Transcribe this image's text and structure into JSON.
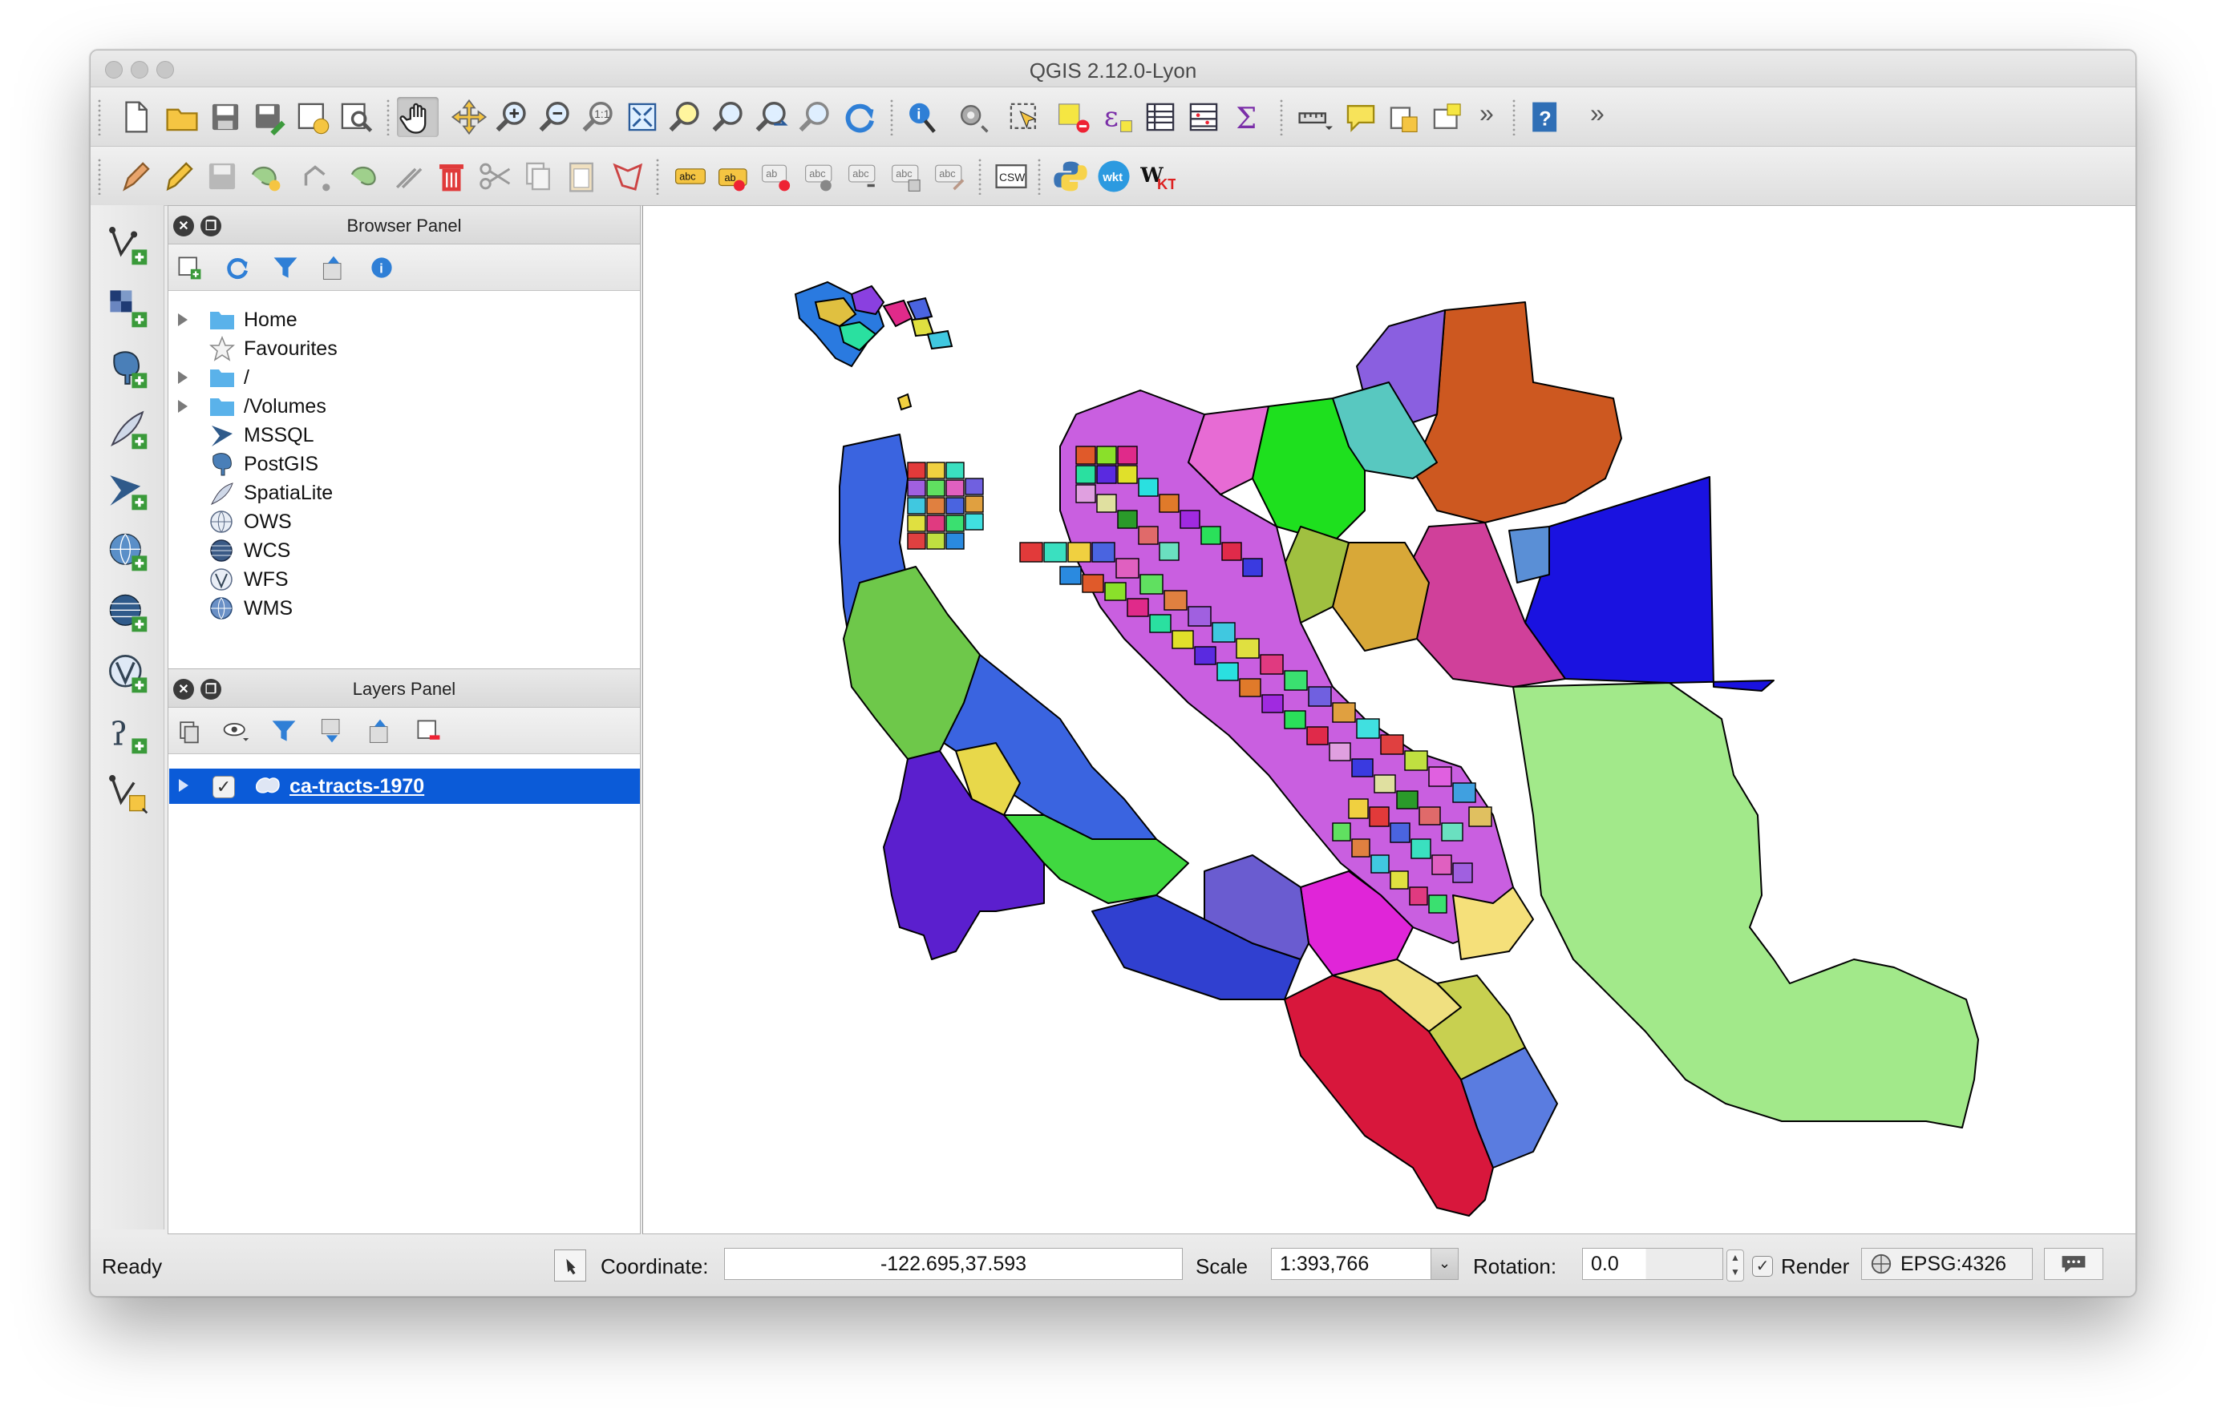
{
  "window": {
    "title": "QGIS 2.12.0-Lyon"
  },
  "browser_panel": {
    "title": "Browser Panel",
    "items": [
      {
        "label": "Home",
        "icon": "folder-icon",
        "expandable": true
      },
      {
        "label": "Favourites",
        "icon": "star-icon",
        "expandable": false
      },
      {
        "label": "/",
        "icon": "folder-icon",
        "expandable": true
      },
      {
        "label": "/Volumes",
        "icon": "folder-icon",
        "expandable": true
      },
      {
        "label": "MSSQL",
        "icon": "mssql-icon",
        "expandable": false
      },
      {
        "label": "PostGIS",
        "icon": "postgis-elephant-icon",
        "expandable": false
      },
      {
        "label": "SpatiaLite",
        "icon": "spatialite-feather-icon",
        "expandable": false
      },
      {
        "label": "OWS",
        "icon": "globe-icon",
        "expandable": false
      },
      {
        "label": "WCS",
        "icon": "globe-icon",
        "expandable": false
      },
      {
        "label": "WFS",
        "icon": "wfs-globe-icon",
        "expandable": false
      },
      {
        "label": "WMS",
        "icon": "wms-globe-icon",
        "expandable": false
      }
    ]
  },
  "layers_panel": {
    "title": "Layers Panel",
    "layers": [
      {
        "name": "ca-tracts-1970",
        "checked": true,
        "selected": true
      }
    ]
  },
  "statusbar": {
    "status": "Ready",
    "coordinate_label": "Coordinate:",
    "coordinate_value": "-122.695,37.593",
    "scale_label": "Scale",
    "scale_value": "1:393,766",
    "rotation_label": "Rotation:",
    "rotation_value": "0.0",
    "render_label": "Render",
    "render_checked": true,
    "crs": "EPSG:4326"
  },
  "toolbar_icons": {
    "row1": [
      "new-project-icon",
      "open-project-icon",
      "save-project-icon",
      "save-as-icon",
      "new-print-composer-icon",
      "composer-manager-icon",
      "pan-icon",
      "pan-to-selection-icon",
      "zoom-in-icon",
      "zoom-out-icon",
      "zoom-native-icon",
      "zoom-full-icon",
      "zoom-to-selection-icon",
      "zoom-to-layer-icon",
      "zoom-last-icon",
      "zoom-next-icon",
      "refresh-icon",
      "identify-icon",
      "action-icon",
      "select-icon",
      "deselect-icon",
      "expression-select-icon",
      "attribute-table-icon",
      "statistical-summary-icon",
      "field-calculator-icon",
      "measure-icon",
      "map-tips-icon",
      "new-bookmark-icon",
      "show-bookmarks-icon",
      "help-icon"
    ],
    "row2": [
      "current-edits-icon",
      "toggle-editing-icon",
      "save-edits-icon",
      "add-feature-icon",
      "move-feature-icon",
      "node-tool-icon",
      "delete-selected-icon",
      "cut-features-icon",
      "copy-features-icon",
      "paste-features-icon",
      "digitize-icon",
      "labeling-icon",
      "pin-labels-icon",
      "show-hide-labels-icon",
      "move-label-icon",
      "rotate-label-icon",
      "change-label-icon",
      "csw-icon",
      "python-console-icon",
      "wkt-icon",
      "quickwkt-icon"
    ]
  },
  "map": {
    "layer_name": "ca-tracts-1970",
    "colors": {
      "large_green": "#a2e98a",
      "blue": "#1a12e0",
      "orange": "#cd5820",
      "purple": "#5b1fce",
      "crimson": "#d8173c",
      "magenta": "#d0409a",
      "selection": "#0b5bd8"
    }
  }
}
